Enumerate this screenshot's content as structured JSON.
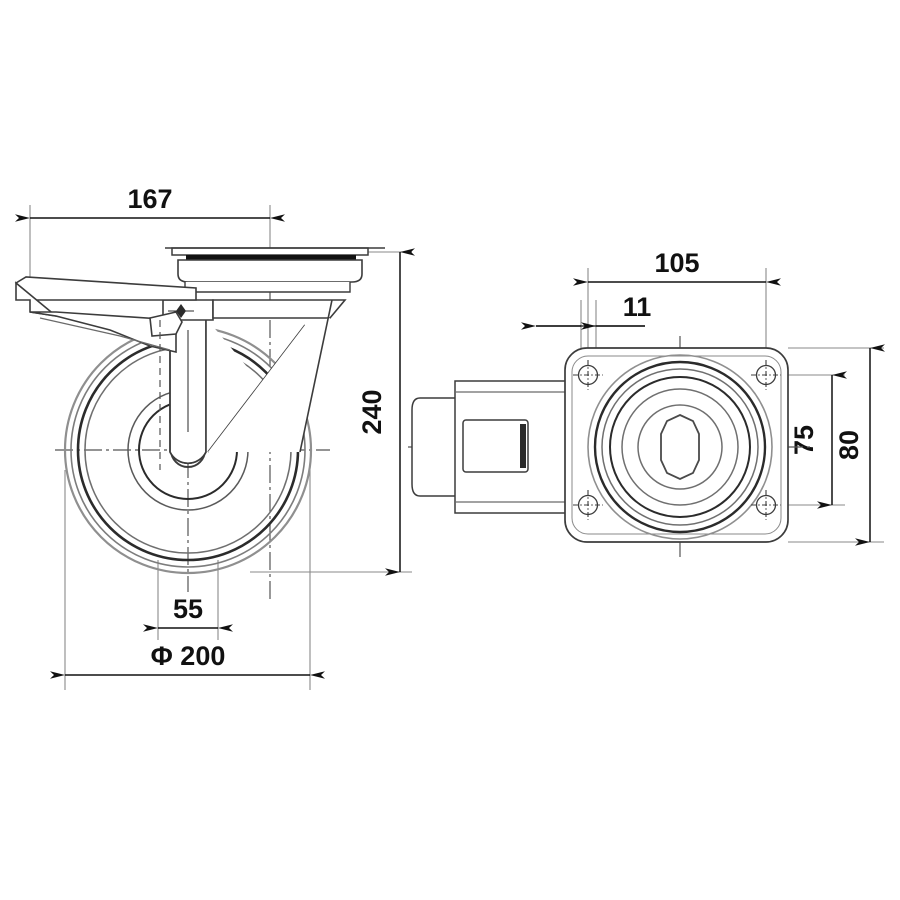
{
  "drawing": {
    "title": "Swivel caster with brake - technical dimension drawing",
    "background_color": "#ffffff",
    "line_color": "#3c3c3c",
    "dimension_color": "#111111",
    "views": [
      {
        "name": "side-elevation-view",
        "description": "Side elevation of swivel caster with top mounting plate, fork, brake lever and wheel"
      },
      {
        "name": "top-plan-view",
        "description": "Top view of mounting plate showing bolt holes, swivel raceway and axle boss"
      }
    ]
  },
  "dimensions": {
    "offset_167": {
      "value": "167",
      "unit": "mm",
      "orientation": "horizontal",
      "view": "side-elevation-view"
    },
    "height_240": {
      "value": "240",
      "unit": "mm",
      "orientation": "vertical",
      "view": "side-elevation-view"
    },
    "wheel_width_55": {
      "value": "55",
      "unit": "mm",
      "orientation": "horizontal",
      "view": "side-elevation-view"
    },
    "wheel_diameter_200": {
      "value": "Φ 200",
      "unit": "mm",
      "orientation": "horizontal",
      "view": "side-elevation-view"
    },
    "plate_length_105": {
      "value": "105",
      "unit": "mm",
      "orientation": "horizontal",
      "view": "top-plan-view"
    },
    "hole_dia_11": {
      "value": "11",
      "unit": "mm",
      "orientation": "horizontal",
      "view": "top-plan-view"
    },
    "bolt_spacing_75": {
      "value": "75",
      "unit": "mm",
      "orientation": "vertical",
      "view": "top-plan-view"
    },
    "plate_width_80": {
      "value": "80",
      "unit": "mm",
      "orientation": "vertical",
      "view": "top-plan-view"
    }
  }
}
